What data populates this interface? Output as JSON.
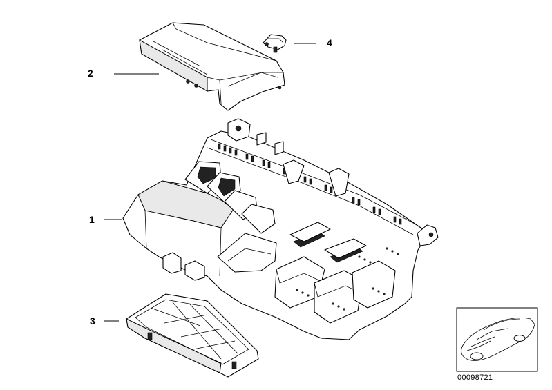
{
  "callouts": [
    {
      "id": "1",
      "label": "1"
    },
    {
      "id": "2",
      "label": "2"
    },
    {
      "id": "3",
      "label": "3"
    },
    {
      "id": "4",
      "label": "4"
    }
  ],
  "reference_number": "00098721"
}
